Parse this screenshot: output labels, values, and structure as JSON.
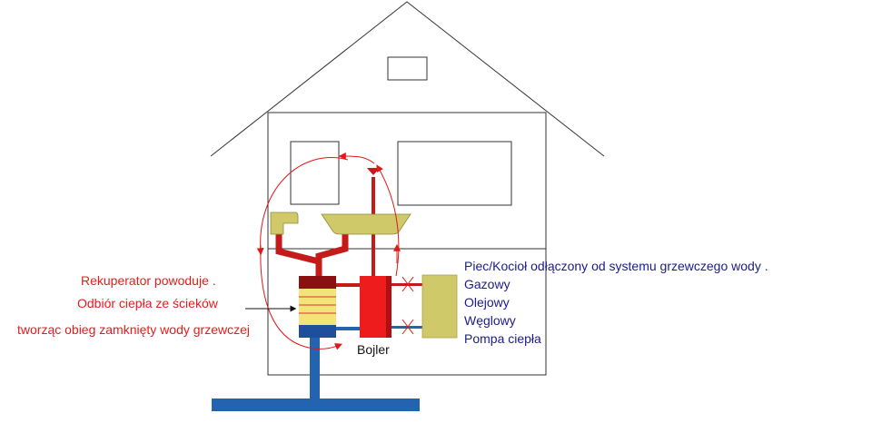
{
  "labels": {
    "recuperator_line1": "Rekuperator powoduje .",
    "recuperator_line2": "Odbiór ciepła ze ścieków",
    "recuperator_line3": "tworząc obieg zamknięty wody grzewczej",
    "boiler": "Bojler",
    "furnace_title": "Piec/Kocioł odłączony od systemu grzewczego wody .",
    "furnace_types": [
      "Gazowy",
      "Olejowy",
      "Węglowy",
      "Pompa ciepła"
    ]
  },
  "colors": {
    "outline": "#333333",
    "pipe_red": "#c41a1a",
    "boiler_red": "#ee1c1c",
    "water_blue": "#2363b0",
    "dark_blue": "#1f4f9c",
    "olive": "#cfc96a",
    "recuperator_dark": "#8b1010",
    "recuperator_yellow": "#f3e47a",
    "text_red": "#e51c1c",
    "text_blue": "#1b1b8c"
  }
}
